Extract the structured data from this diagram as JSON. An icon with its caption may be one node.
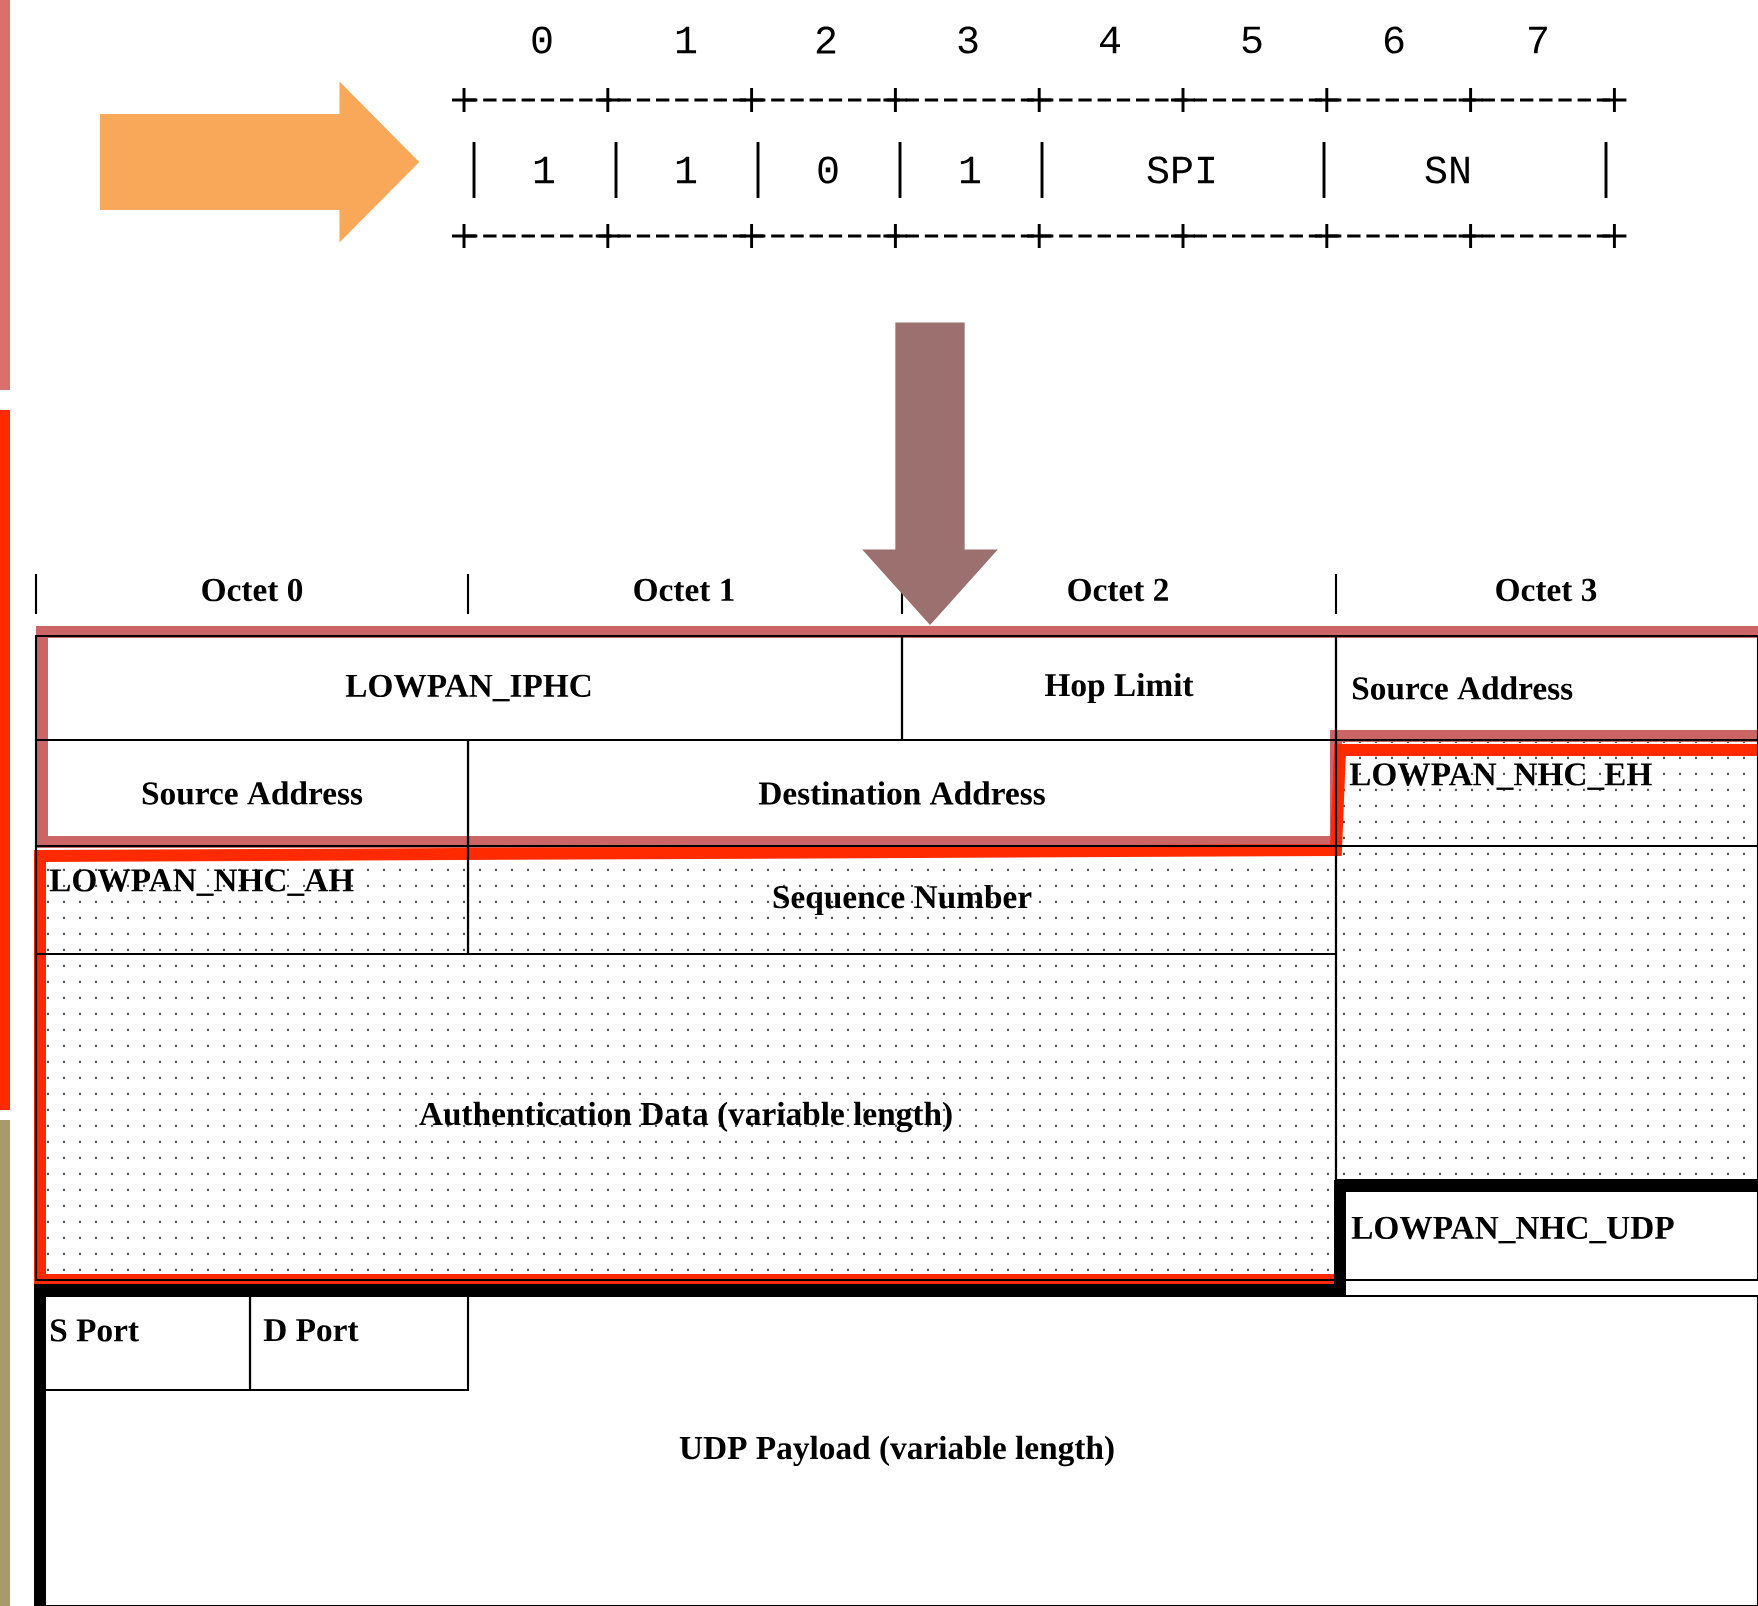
{
  "diagram": {
    "nodes": [
      {
        "text": [
          "0",
          "1",
          "2",
          "3",
          "4",
          "5",
          "6",
          "7",
          "1",
          "1",
          "0",
          "1",
          "SPI",
          "SN"
        ]
      },
      {
        "text": [],
        "shape": "box"
      },
      {
        "text": [
          "LOWPAN_IPHC"
        ],
        "in": 1
      },
      {
        "text": [
          "Hop Limit"
        ],
        "in": 1
      },
      {
        "text": [
          "Source Address"
        ],
        "in": 1
      },
      {
        "text": [
          "Source Address"
        ]
      },
      {
        "text": [
          "Destination Address"
        ]
      },
      {
        "text": [],
        "shape": "box"
      },
      {
        "text": [
          "LOWPAN_NHC_EH"
        ]
      },
      {
        "text": [
          "LOWPAN_NHC_AH"
        ],
        "in": 7
      },
      {
        "text": [
          "Sequence Number"
        ],
        "in": 7
      },
      {
        "text": [
          "Authentication Data (variable length)"
        ],
        "in": 7
      },
      {
        "text": [],
        "shape": "box"
      },
      {
        "text": [
          "LOWPAN_NHC_UDP"
        ]
      },
      {
        "text": [
          "S Port"
        ],
        "in": 16
      },
      {
        "text": [
          "D Port"
        ],
        "in": 16
      },
      {
        "text": [
          "UDP Payload (variable length)"
        ],
        "in": 12
      }
    ],
    "edges": [
      {
        "from": null,
        "to": 0,
        "arrow": "to",
        "color": "#f9a85a"
      },
      {
        "from": 0,
        "to": 1,
        "arrow": "to",
        "color": "#9b706e"
      }
    ],
    "labels": [
      "Octet 0",
      "Octet 1",
      "Octet 2",
      "Octet 3"
    ]
  }
}
